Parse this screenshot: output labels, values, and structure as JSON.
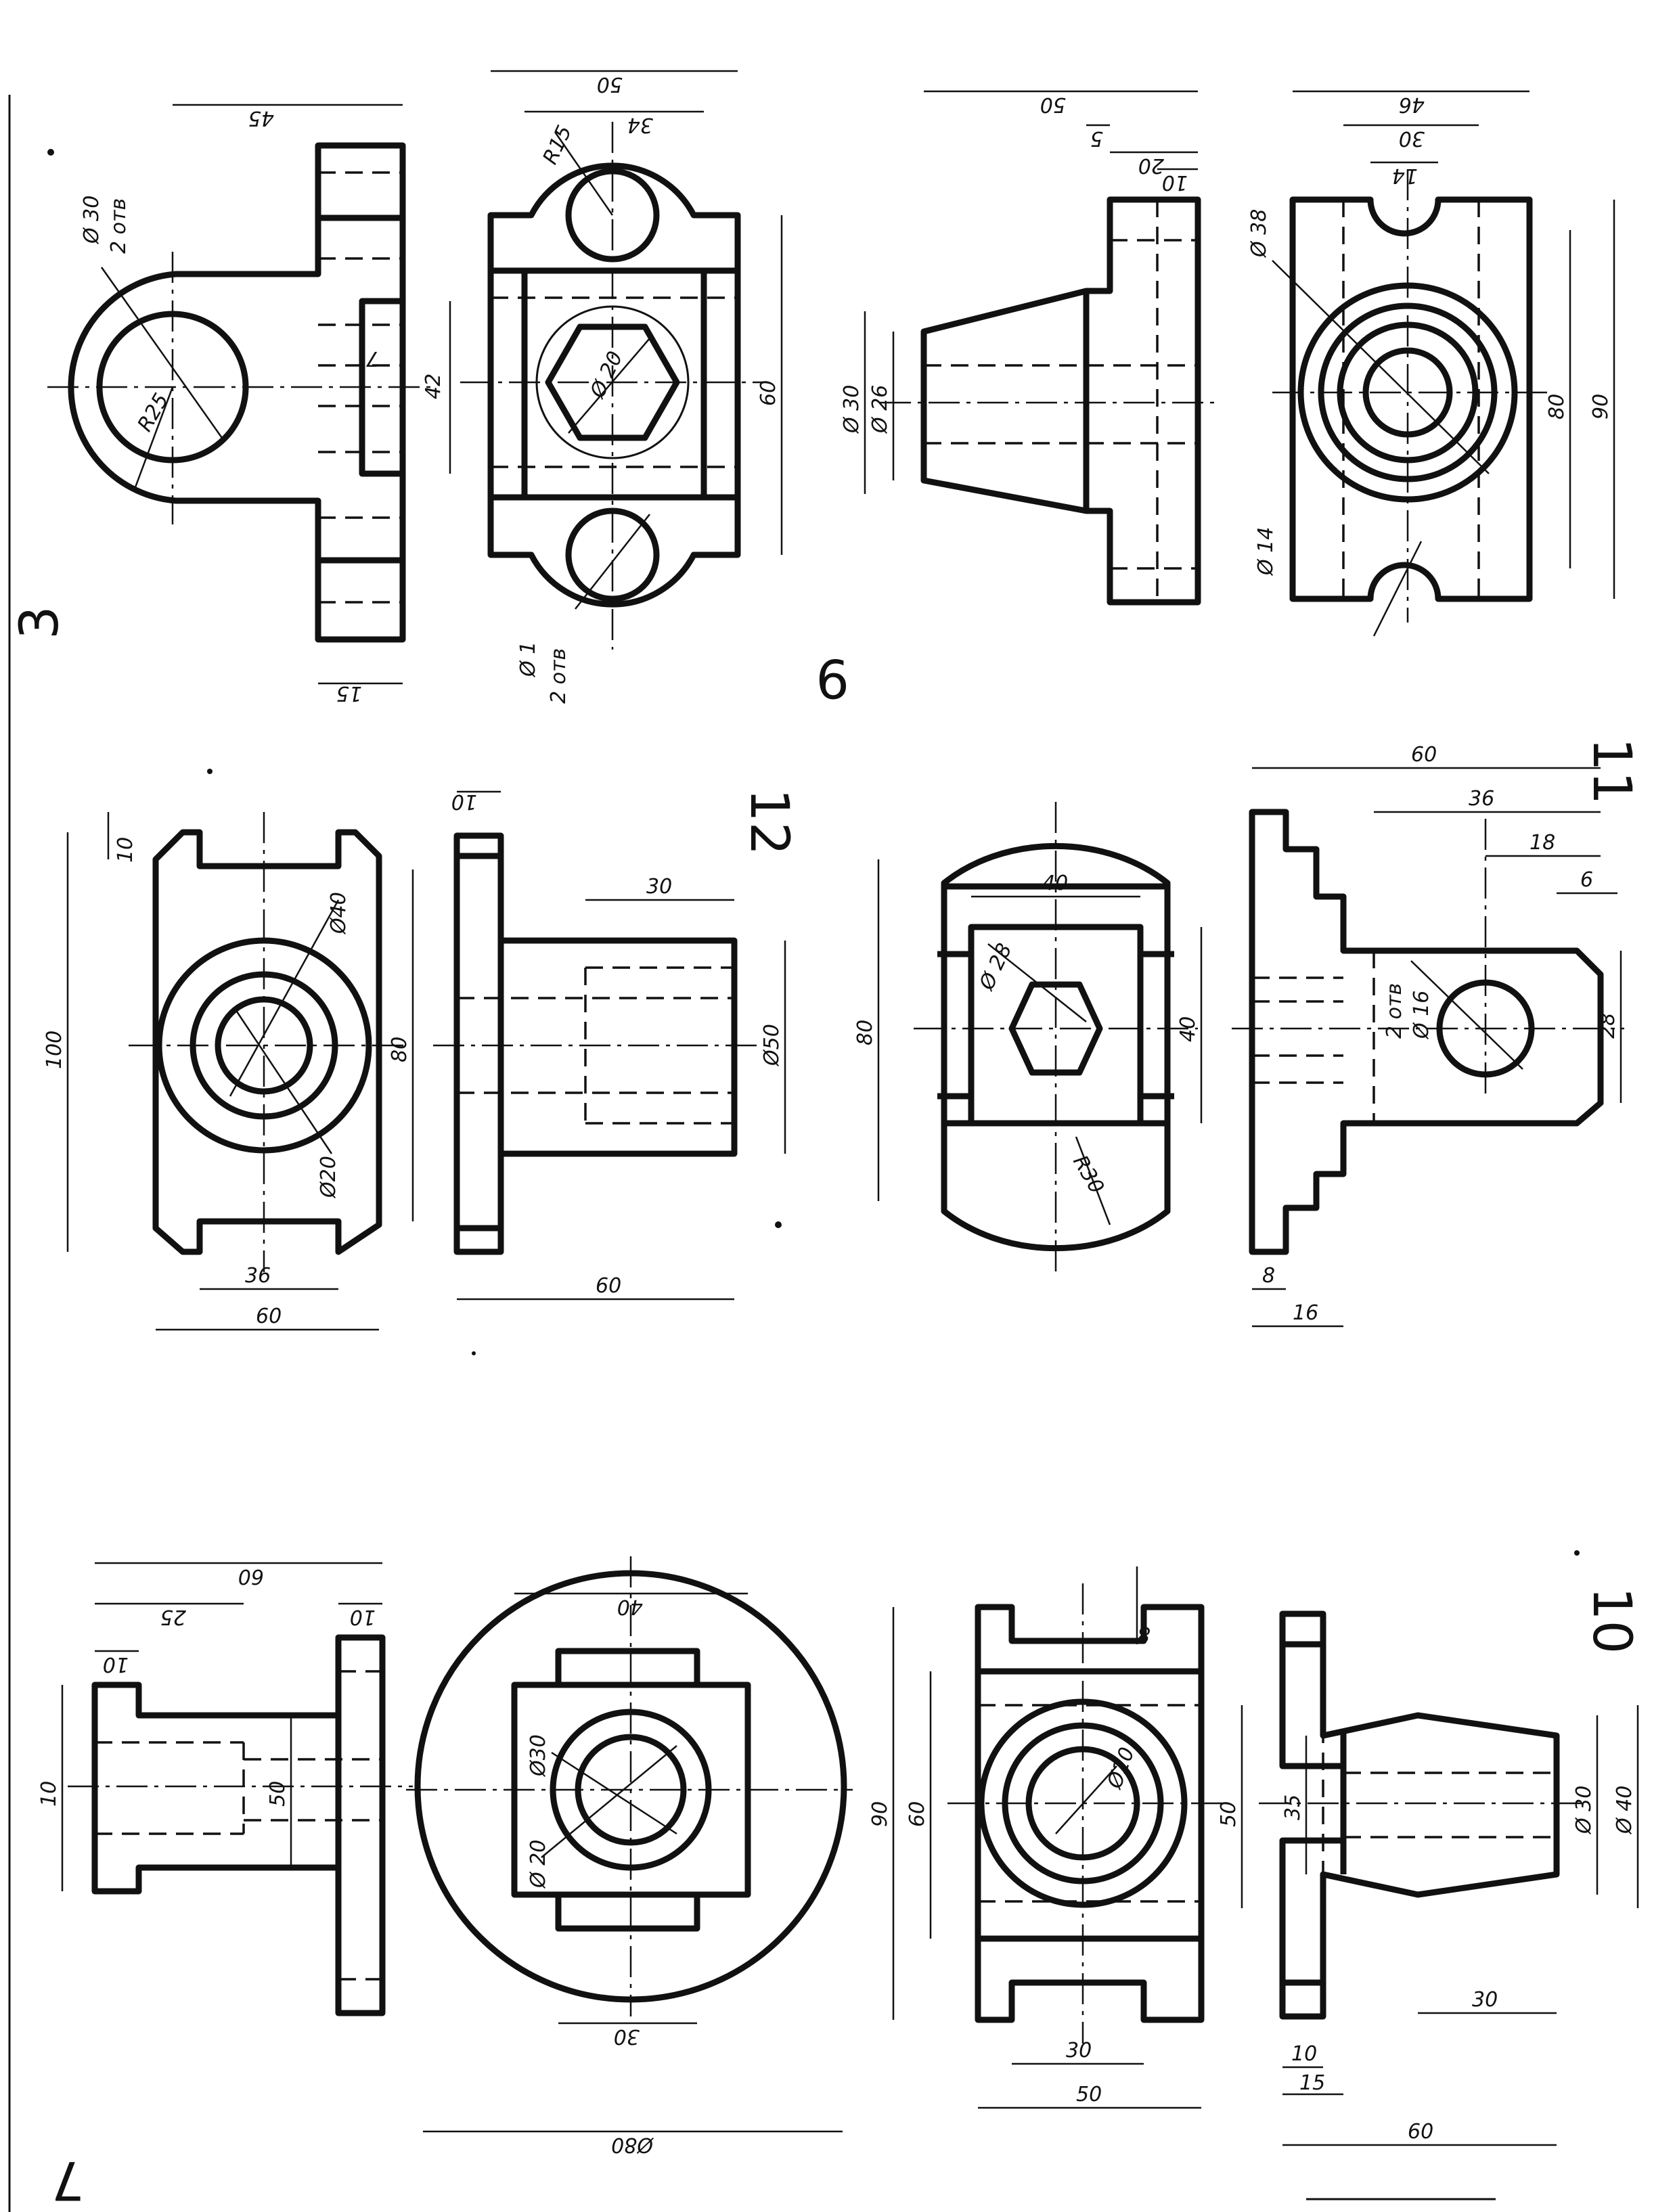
{
  "sheet": {
    "figures": [
      {
        "id": "fig3",
        "number": "3",
        "dims": [
          "45",
          "Ø 30",
          "2 отв",
          "R25",
          "7",
          "42",
          "15",
          "50",
          "34",
          "R15",
          "Ø 20",
          "60",
          "Ø 1",
          "2 отв"
        ]
      },
      {
        "id": "fig9",
        "number": "9",
        "dims": [
          "50",
          "5",
          "20",
          "10",
          "Ø 30",
          "Ø 26",
          "46",
          "30",
          "14",
          "Ø 38",
          "Ø 14",
          "80",
          "90"
        ]
      },
      {
        "id": "fig12",
        "number": "12",
        "dims": [
          "10",
          "10",
          "100",
          "Ø40",
          "80",
          "Ø20",
          "36",
          "60",
          "30",
          "Ø50",
          "60"
        ]
      },
      {
        "id": "fig11",
        "number": "11",
        "dims": [
          "40",
          "Ø 28",
          "80",
          "40",
          "R30",
          "60",
          "36",
          "18",
          "6",
          "Ø 16",
          "2 отв",
          "28",
          "8",
          "16"
        ]
      },
      {
        "id": "fig7",
        "number": "7",
        "dims": [
          "60",
          "25",
          "10",
          "10",
          "10",
          "50",
          "40",
          "Ø30",
          "Ø 20",
          "30",
          "Ø80"
        ]
      },
      {
        "id": "fig10",
        "number": "10",
        "dims": [
          "8",
          "90",
          "60",
          "Ø20",
          "30",
          "50",
          "50",
          "35",
          "Ø 30",
          "Ø 40",
          "30",
          "10",
          "15",
          "60"
        ]
      }
    ]
  }
}
